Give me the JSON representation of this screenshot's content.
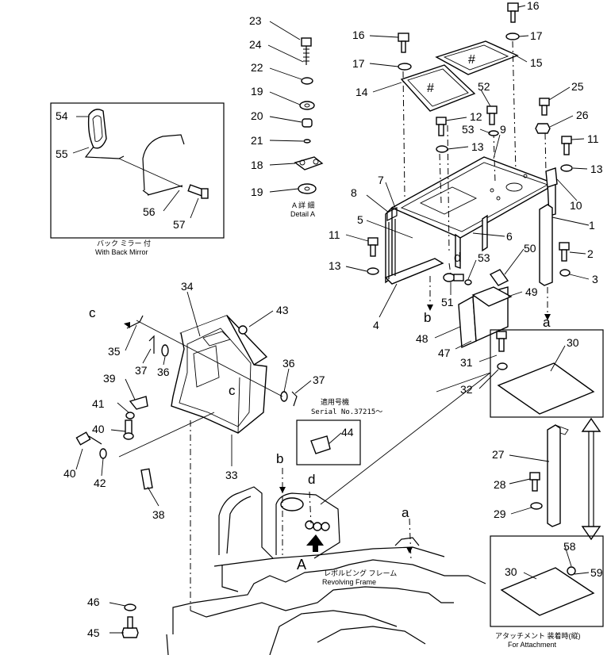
{
  "callouts": {
    "c1": "1",
    "c2": "2",
    "c3": "3",
    "c4": "4",
    "c5": "5",
    "c6": "6",
    "c7": "7",
    "c8": "8",
    "c9": "9",
    "c10": "10",
    "c11a": "11",
    "c11b": "11",
    "c12": "12",
    "c13a": "13",
    "c13b": "13",
    "c13c": "13",
    "c14": "14",
    "c15": "15",
    "c16a": "16",
    "c16b": "16",
    "c17a": "17",
    "c17b": "17",
    "c18": "18",
    "c19a": "19",
    "c19b": "19",
    "c20": "20",
    "c21": "21",
    "c22": "22",
    "c23": "23",
    "c24": "24",
    "c25": "25",
    "c26": "26",
    "c27": "27",
    "c28": "28",
    "c29": "29",
    "c30a": "30",
    "c30b": "30",
    "c31": "31",
    "c32": "32",
    "c33": "33",
    "c34": "34",
    "c35": "35",
    "c36a": "36",
    "c36b": "36",
    "c37a": "37",
    "c37b": "37",
    "c38": "38",
    "c39": "39",
    "c40a": "40",
    "c40b": "40",
    "c41": "41",
    "c42": "42",
    "c43": "43",
    "c44": "44",
    "c45": "45",
    "c46": "46",
    "c47": "47",
    "c48": "48",
    "c49": "49",
    "c50": "50",
    "c51": "51",
    "c52": "52",
    "c53a": "53",
    "c53b": "53",
    "c54": "54",
    "c55": "55",
    "c56": "56",
    "c57": "57",
    "c58": "58",
    "c59": "59"
  },
  "ref_letters": {
    "a1": "a",
    "a2": "a",
    "b1": "b",
    "b2": "b",
    "c1": "c",
    "c2": "c",
    "d1": "d",
    "d2": "d",
    "A": "A"
  },
  "captions": {
    "detail_a_jp": "A 詳 細",
    "detail_a_en": "Detail A",
    "back_mirror_jp": "バック ミラー 付",
    "back_mirror_en": "With Back Mirror",
    "serial_jp": "適用号機",
    "serial_en": "Serial No.37215～",
    "revolving_jp": "レボルビング フレーム",
    "revolving_en": "Revolving Frame",
    "attachment_jp": "アタッチメント 装着時(縦)",
    "attachment_en": "For Attachment"
  }
}
